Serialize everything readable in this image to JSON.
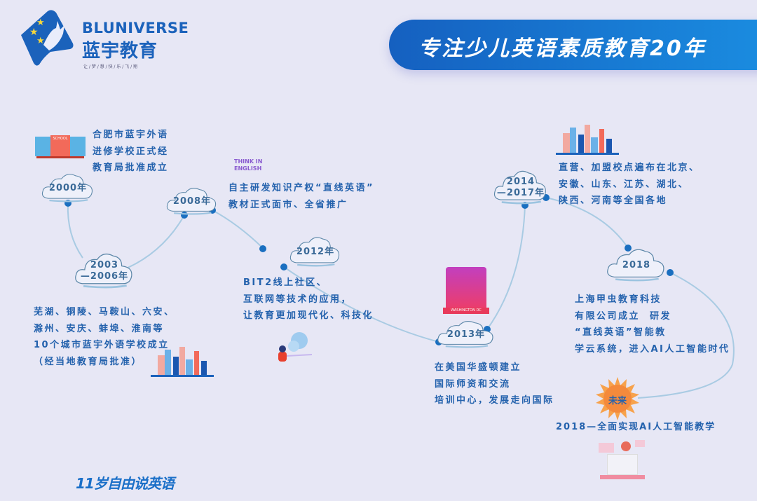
{
  "logo": {
    "en": "BLUNIVERSE",
    "cn": "蓝宇教育",
    "slogan": "让 / 梦 / 想 / 快 / 乐 / 飞 / 翔"
  },
  "banner": {
    "title": "专注少儿英语素质教育20年"
  },
  "footer": {
    "slogan": "11岁自由说英语"
  },
  "colors": {
    "background": "#e7e7f5",
    "text": "#2462ad",
    "banner": "#1560c0",
    "dot": "#1a6fc0",
    "sun": "#f39a4a"
  },
  "milestones": [
    {
      "year": "2000年",
      "text": "合肥市蓝宇外语\n进修学校正式经\n教育局批准成立"
    },
    {
      "year": "2003\n—2006年",
      "text": "芜湖、铜陵、马鞍山、六安、\n滁州、安庆、蚌埠、淮南等\n10个城市蓝宇外语学校成立\n（经当地教育局批准）"
    },
    {
      "year": "2008年",
      "text": "自主研发知识产权“直线英语”\n教材正式面市、全省推广"
    },
    {
      "year": "2012年",
      "text": "BIT2线上社区、\n互联网等技术的应用，\n让教育更加现代化、科技化"
    },
    {
      "year": "2013年",
      "text": "在美国华盛顿建立\n国际师资和交流\n培训中心，发展走向国际"
    },
    {
      "year": "2014\n—2017年",
      "text": "直营、加盟校点遍布在北京、\n安徽、山东、江苏、湖北、\n陕西、河南等全国各地"
    },
    {
      "year": "2018",
      "text": "上海甲虫教育科技\n有限公司成立  研发\n“直线英语”智能教\n学云系统，进入AI人工智能时代"
    },
    {
      "year": "未来",
      "text": "2018—全面实现AI人工智能教学"
    }
  ],
  "illustrations": {
    "school_sign": "SCHOOL",
    "think_english": "THINK IN ENGLISH",
    "washington": "WASHINGTON DC"
  }
}
